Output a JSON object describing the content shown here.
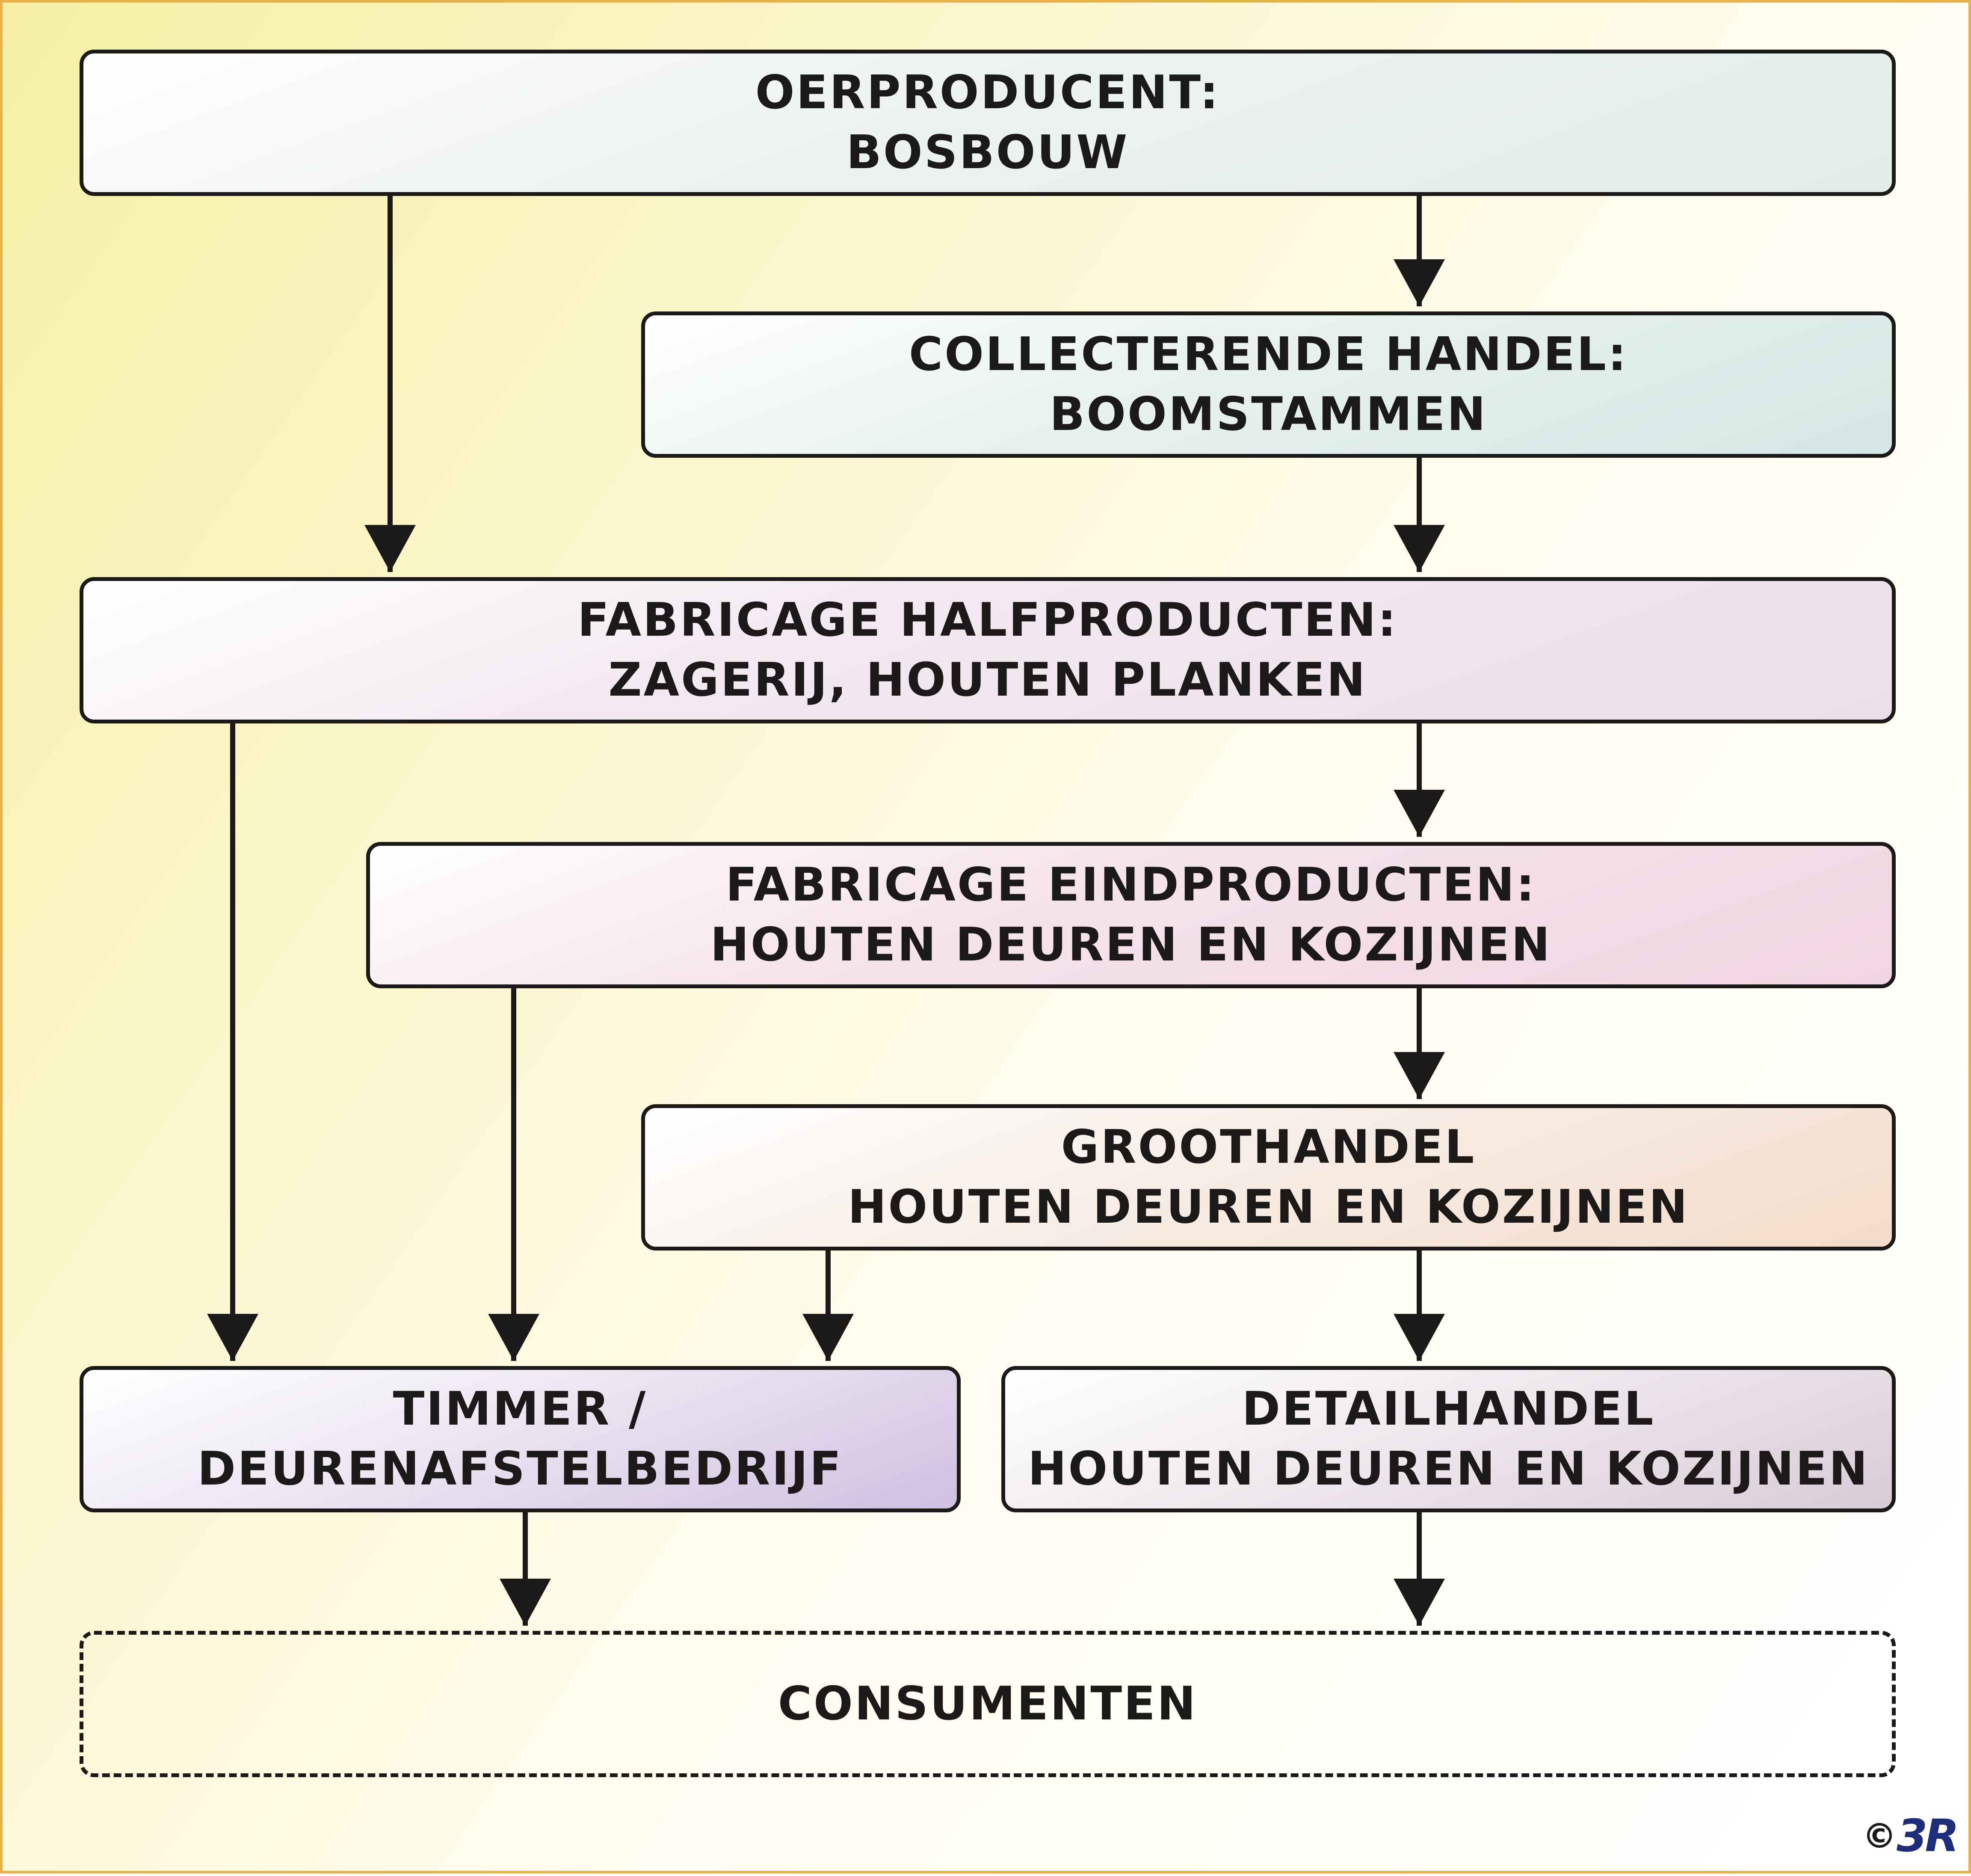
{
  "nodes": {
    "oerproducent": {
      "line1": "OERPRODUCENT:",
      "line2": "BOSBOUW"
    },
    "collecterende": {
      "line1": "COLLECTERENDE HANDEL:",
      "line2": "BOOMSTAMMEN"
    },
    "halfproducten": {
      "line1": "FABRICAGE HALFPRODUCTEN:",
      "line2": "ZAGERIJ, HOUTEN PLANKEN"
    },
    "eindproducten": {
      "line1": "FABRICAGE EINDPRODUCTEN:",
      "line2": "HOUTEN DEUREN EN KOZIJNEN"
    },
    "groothandel": {
      "line1": "GROOTHANDEL",
      "line2": "HOUTEN DEUREN EN KOZIJNEN"
    },
    "timmer": {
      "line1": "TIMMER /",
      "line2": "DEURENAFSTELBEDRIJF"
    },
    "detailhandel": {
      "line1": "DETAILHANDEL",
      "line2": "HOUTEN DEUREN EN KOZIJNEN"
    },
    "consumenten": {
      "line1": "CONSUMENTEN"
    }
  },
  "edges": [
    {
      "from": "oerproducent",
      "to": "collecterende"
    },
    {
      "from": "oerproducent",
      "to": "halfproducten"
    },
    {
      "from": "collecterende",
      "to": "halfproducten"
    },
    {
      "from": "halfproducten",
      "to": "eindproducten"
    },
    {
      "from": "halfproducten",
      "to": "timmer"
    },
    {
      "from": "eindproducten",
      "to": "groothandel"
    },
    {
      "from": "eindproducten",
      "to": "timmer"
    },
    {
      "from": "groothandel",
      "to": "timmer"
    },
    {
      "from": "groothandel",
      "to": "detailhandel"
    },
    {
      "from": "timmer",
      "to": "consumenten"
    },
    {
      "from": "detailhandel",
      "to": "consumenten"
    }
  ],
  "copyright": {
    "symbol": "©",
    "logo": "3R"
  },
  "colors": {
    "line": "#1c1a18",
    "logo": "#1e2d7a",
    "frame": "#e8b24a"
  }
}
